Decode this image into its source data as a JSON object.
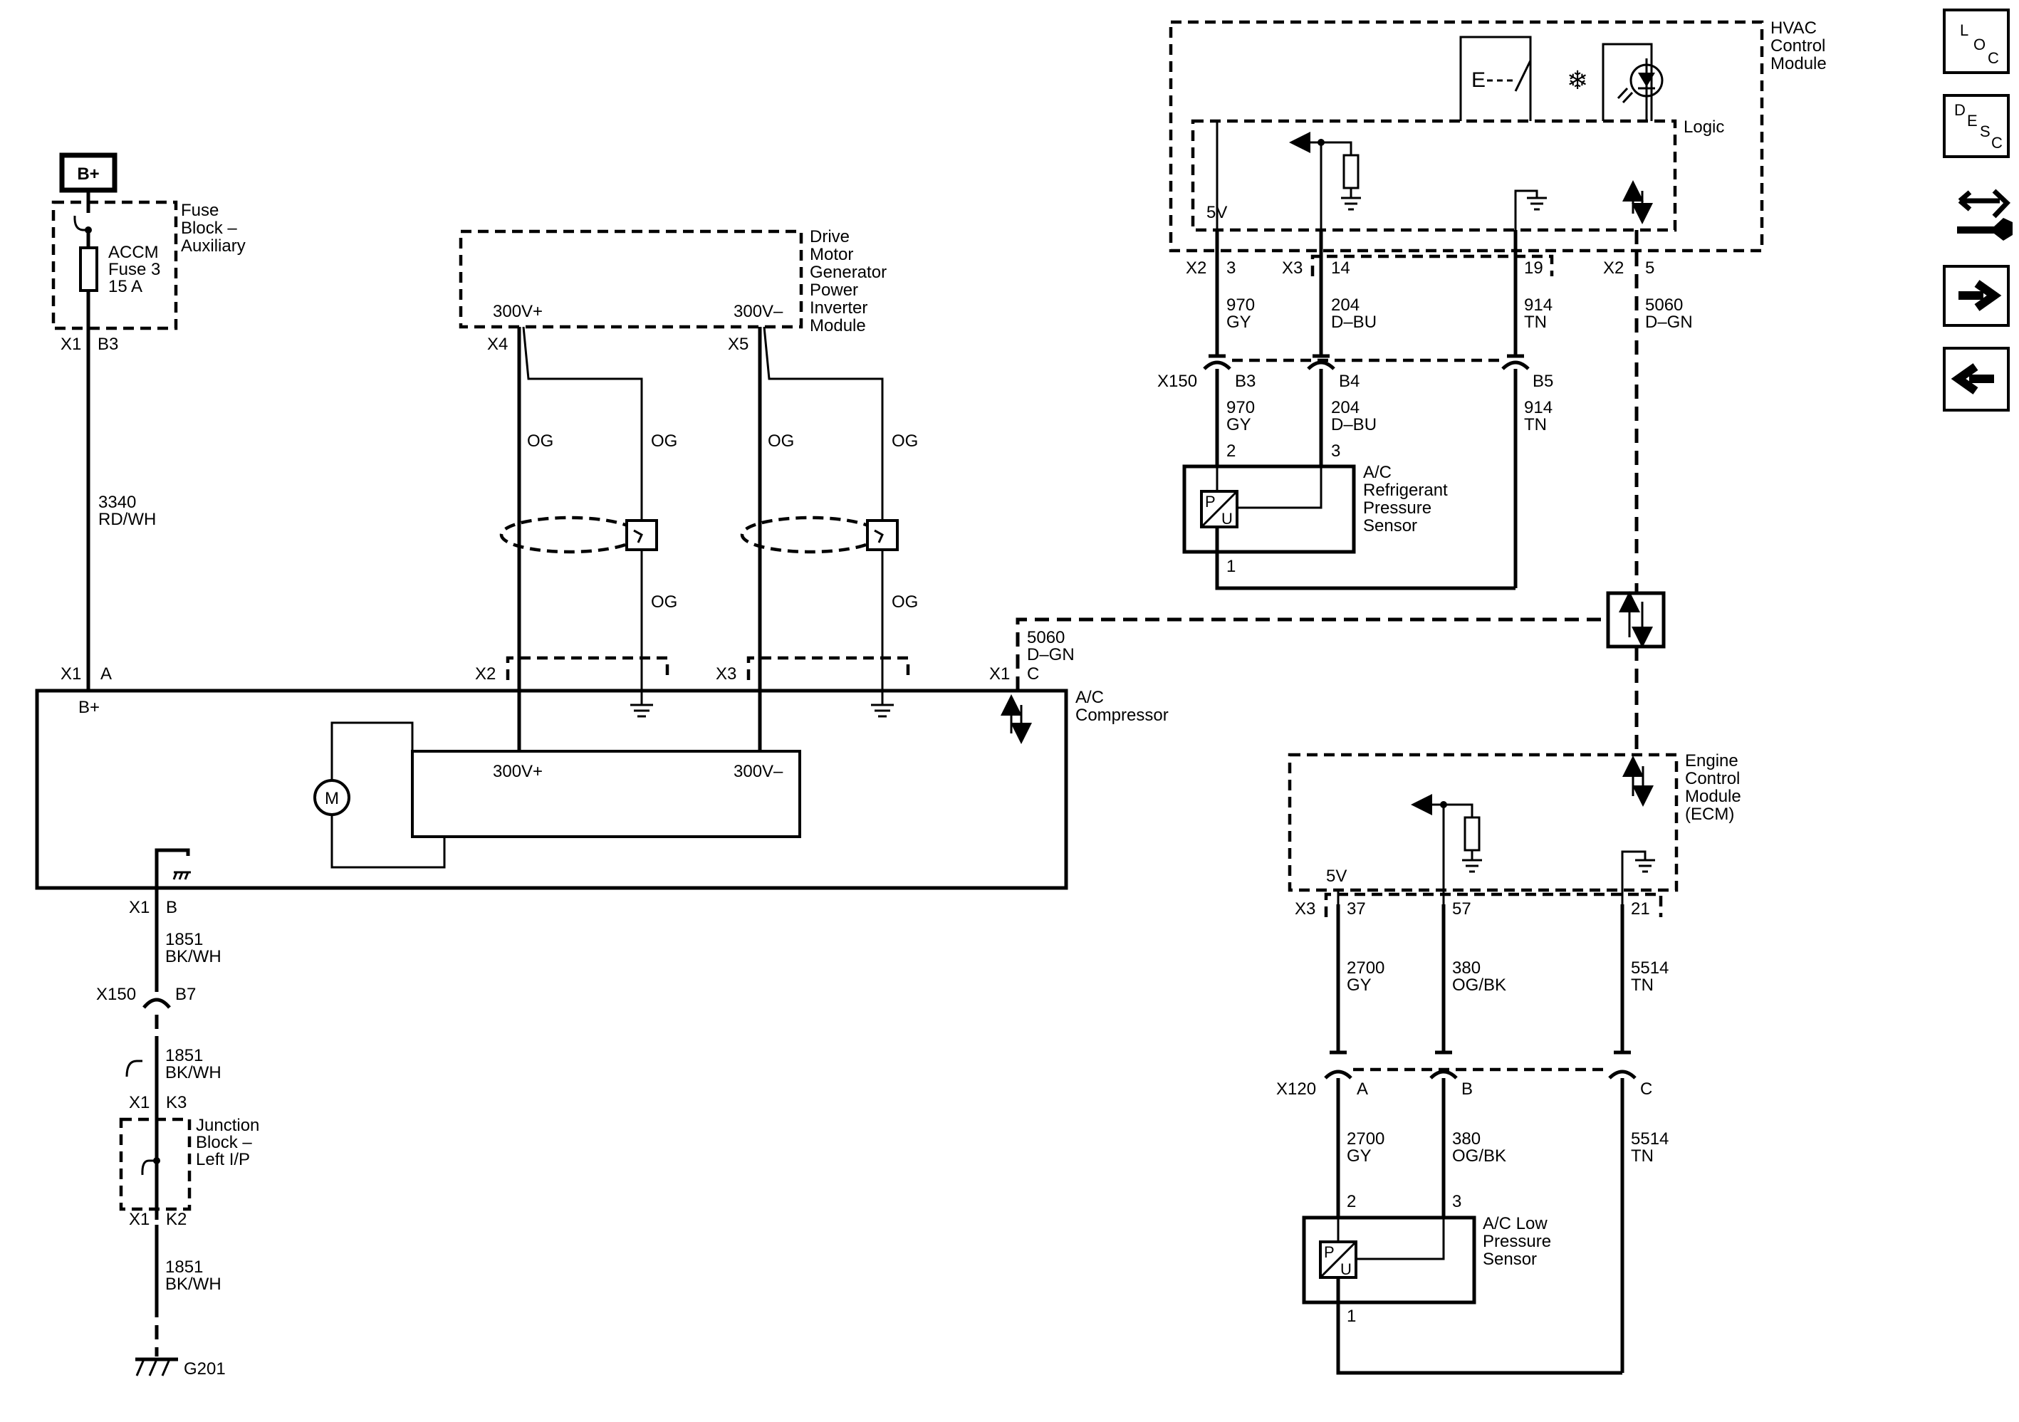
{
  "nav": {
    "loc": {
      "l": "L",
      "o": "O",
      "c": "C"
    },
    "desc": {
      "d": "D",
      "e": "E",
      "s": "S",
      "c": "C"
    },
    "buttons": [
      "connector-info",
      "next-page",
      "previous-page"
    ]
  },
  "power": {
    "bplus": "B+",
    "fuse_block": [
      "Fuse",
      "Block –",
      "Auxiliary"
    ],
    "fuse": [
      "ACCM",
      "Fuse 3",
      "15 A"
    ],
    "x1": "X1",
    "b3": "B3",
    "wire_num": "3340",
    "wire_color": "RD/WH"
  },
  "inverter": {
    "name": [
      "Drive",
      "Motor",
      "Generator",
      "Power",
      "Inverter",
      "Module"
    ],
    "pos": "300V+",
    "neg": "300V–",
    "x4": "X4",
    "x5": "X5",
    "og": "OG"
  },
  "compressor": {
    "name": [
      "A/C",
      "Compressor"
    ],
    "bplus": "B+",
    "motor": "M",
    "pos": "300V+",
    "neg": "300V–",
    "x1a_conn": "X1",
    "x1a_pin": "A",
    "x2": "X2",
    "x3": "X3",
    "x1c_conn": "X1",
    "x1c_pin": "C",
    "data_wire_num": "5060",
    "data_wire_color": "D–GN",
    "x1b_conn": "X1",
    "x1b_pin": "B"
  },
  "ground": {
    "w1_num": "1851",
    "w1_color": "BK/WH",
    "x150": "X150",
    "b7": "B7",
    "w2_num": "1851",
    "w2_color": "BK/WH",
    "x1k3_conn": "X1",
    "x1k3_pin": "K3",
    "junction": [
      "Junction",
      "Block –",
      "Left I/P"
    ],
    "x1k2_conn": "X1",
    "x1k2_pin": "K2",
    "w3_num": "1851",
    "w3_color": "BK/WH",
    "g201": "G201"
  },
  "hvac": {
    "name": [
      "HVAC",
      "Control",
      "Module"
    ],
    "logic": "Logic",
    "e_label": "E",
    "v5": "5V",
    "x2a": "X2",
    "p3": "3",
    "x3": "X3",
    "p14": "14",
    "p19": "19",
    "x2b": "X2",
    "p5": "5",
    "w970": "970",
    "gy": "GY",
    "w204": "204",
    "dbu": "D–BU",
    "w914": "914",
    "tn": "TN",
    "w5060": "5060",
    "dgn": "D–GN",
    "x150": "X150",
    "b3": "B3",
    "b4": "B4",
    "b5": "B5",
    "w970b": "970",
    "gyb": "GY",
    "w204b": "204",
    "dbub": "D–BU",
    "w914b": "914",
    "tnb": "TN"
  },
  "ref_sensor": {
    "name": [
      "A/C",
      "Refrigerant",
      "Pressure",
      "Sensor"
    ],
    "pin2": "2",
    "pin3": "3",
    "pin1": "1",
    "p": "P",
    "u": "U"
  },
  "ecm": {
    "name": [
      "Engine",
      "Control",
      "Module",
      "(ECM)"
    ],
    "v5": "5V",
    "x3": "X3",
    "p37": "37",
    "p57": "57",
    "p21": "21",
    "w2700": "2700",
    "gy": "GY",
    "w380": "380",
    "ogbk": "OG/BK",
    "w5514": "5514",
    "tn": "TN",
    "x120": "X120",
    "pa": "A",
    "pb": "B",
    "pc": "C",
    "w2700b": "2700",
    "gyb": "GY",
    "w380b": "380",
    "ogbkb": "OG/BK",
    "w5514b": "5514",
    "tnb": "TN"
  },
  "low_sensor": {
    "name": [
      "A/C Low",
      "Pressure",
      "Sensor"
    ],
    "pin2": "2",
    "pin3": "3",
    "pin1": "1",
    "p": "P",
    "u": "U"
  }
}
